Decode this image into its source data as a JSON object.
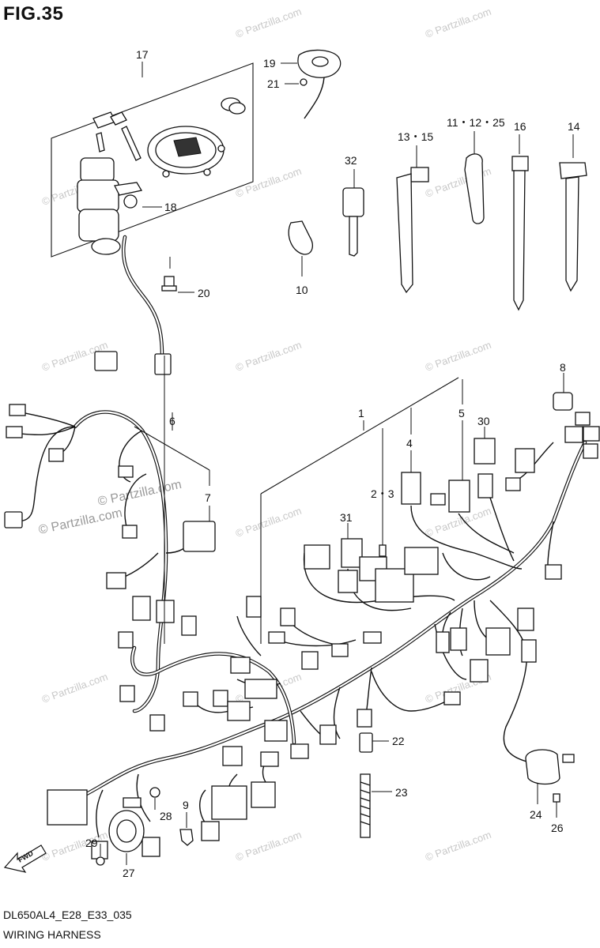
{
  "figure": {
    "title": "FIG.35",
    "code": "DL650AL4_E28_E33_035",
    "caption": "WIRING HARNESS",
    "fwd_label": "FWD"
  },
  "watermark": {
    "text": "© Partzilla.com"
  },
  "callouts": {
    "c1": "1",
    "c23": "2・3",
    "c4": "4",
    "c5": "5",
    "c6": "6",
    "c7": "7",
    "c8": "8",
    "c9": "9",
    "c10": "10",
    "c11": "11・12・25",
    "c13": "13・15",
    "c14": "14",
    "c16": "16",
    "c17": "17",
    "c18": "18",
    "c19": "19",
    "c20": "20",
    "c21": "21",
    "c22": "22",
    "c23b": "23",
    "c24": "24",
    "c26": "26",
    "c27": "27",
    "c28": "28",
    "c29": "29",
    "c30": "30",
    "c31": "31",
    "c32": "32"
  }
}
